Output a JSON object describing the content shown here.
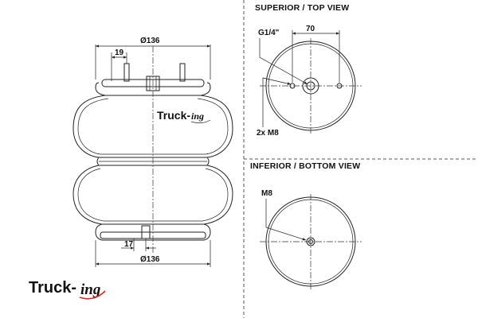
{
  "brand": {
    "main": "Truck-",
    "suffix": "ing",
    "color_dark": "#17375e",
    "color_accent": "#e0261f"
  },
  "side_view": {
    "top_diameter": "Ø136",
    "bottom_diameter": "Ø136",
    "bolt_offset": "19",
    "bottom_offset": "17"
  },
  "top_view": {
    "title": "SUPERIOR / TOP VIEW",
    "port_label": "G1/4\"",
    "bolt_spacing": "70",
    "bolts_label": "2x M8"
  },
  "bottom_view": {
    "title": "INFERIOR / BOTTOM VIEW",
    "bolt_label": "M8"
  },
  "colors": {
    "divider": "#666666",
    "ink": "#222222"
  }
}
